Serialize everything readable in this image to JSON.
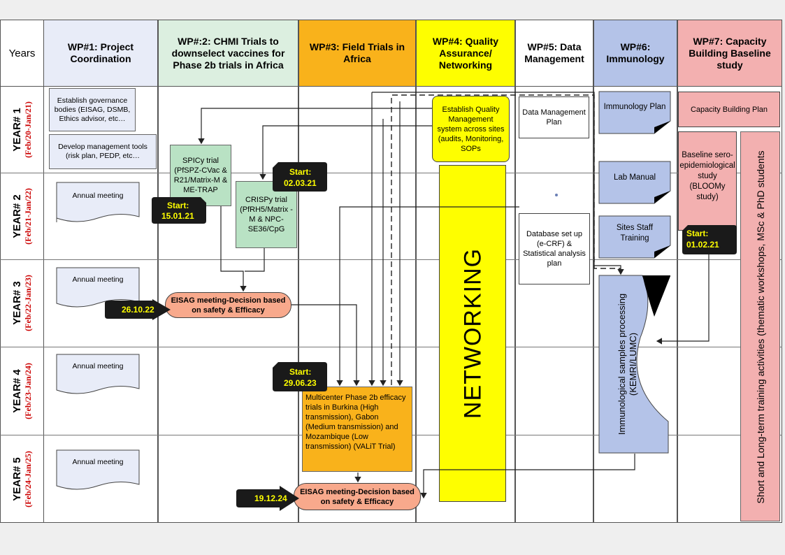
{
  "header": {
    "years": "Years",
    "wp1": "WP#1:  Project Coordination",
    "wp2": "WP#:2: CHMI Trials to downselect vaccines for Phase 2b trials in Africa",
    "wp3": "WP#3: Field Trials in Africa",
    "wp4": "WP#4: Quality Assurance/ Networking",
    "wp5": "WP#5: Data Management",
    "wp6": "WP#6: Immunology",
    "wp7": "WP#7: Capacity Building  Baseline study"
  },
  "years": [
    {
      "label": "YEAR# 1",
      "range": "(Feb/20-Jan/21)"
    },
    {
      "label": "YEAR# 2",
      "range": "(Feb/21-Jan/22)"
    },
    {
      "label": "YEAR# 3",
      "range": "(Feb/22-Jan/23)"
    },
    {
      "label": "YEAR# 4",
      "range": "(Feb/23-Jan/24)"
    },
    {
      "label": "YEAR# 5",
      "range": "(Feb/24-Jan/25)"
    }
  ],
  "wp1": {
    "governance": "Establish governance bodies (EISAG, DSMB, Ethics advisor, etc…",
    "tools": "Develop management tools (risk plan, PEDP, etc…",
    "annual_meetings": [
      "Annual meeting",
      "Annual meeting",
      "Annual meeting",
      "Annual meeting"
    ]
  },
  "wp2": {
    "spicy": "SPICy trial (PfSPZ-CVac & R21/Matrix-M & ME-TRAP",
    "crispy": "CRISPy trial (PfRH5/Matrix -M & NPC-SE36/CpG",
    "eisag1": "EISAG meeting-Decision based on safety & Efficacy"
  },
  "wp3": {
    "multicenter": "Multicenter Phase 2b efficacy trials  in Burkina (High transmission), Gabon (Medium transmission)  and Mozambique (Low transmission) (VALiT Trial)",
    "eisag2": "EISAG meeting-Decision based on safety & Efficacy"
  },
  "wp4": {
    "qms": "Establish Quality Management system across sites (audits, Monitoring, SOPs",
    "networking": "NETWORKING"
  },
  "wp5": {
    "dmp": "Data Management Plan",
    "db": "Database set up (e-CRF) & Statistical analysis plan"
  },
  "wp6": {
    "plan": "Immunology Plan",
    "manual": "Lab Manual",
    "training": "Sites Staff Training",
    "processing": "Immunological samples processing (KEMRI/LUMC)"
  },
  "wp7": {
    "cbp": "Capacity Building Plan",
    "baseline": "Baseline sero-epidemiological study (BLOOMy study)",
    "training_text": "Short and Long-term training activities (thematic workshops, MSc & PhD students"
  },
  "starts": {
    "spicy": {
      "title": "Start:",
      "date": "15.01.21"
    },
    "crispy": {
      "title": "Start:",
      "date": "02.03.21"
    },
    "multicenter": {
      "title": "Start:",
      "date": "29.06.23"
    },
    "baseline": {
      "title": "Start:",
      "date": "01.02.21"
    }
  },
  "milestones": {
    "eisag1_date": "26.10.22",
    "eisag2_date": "19.12.24"
  },
  "colors": {
    "wp1": "#e8ecf8",
    "wp2": "#dcefe0",
    "wp3": "#f9b21b",
    "wp4": "#fefe00",
    "wp5": "#ffffff",
    "wp6": "#b4c3e8",
    "wp7": "#f3b0b0"
  }
}
